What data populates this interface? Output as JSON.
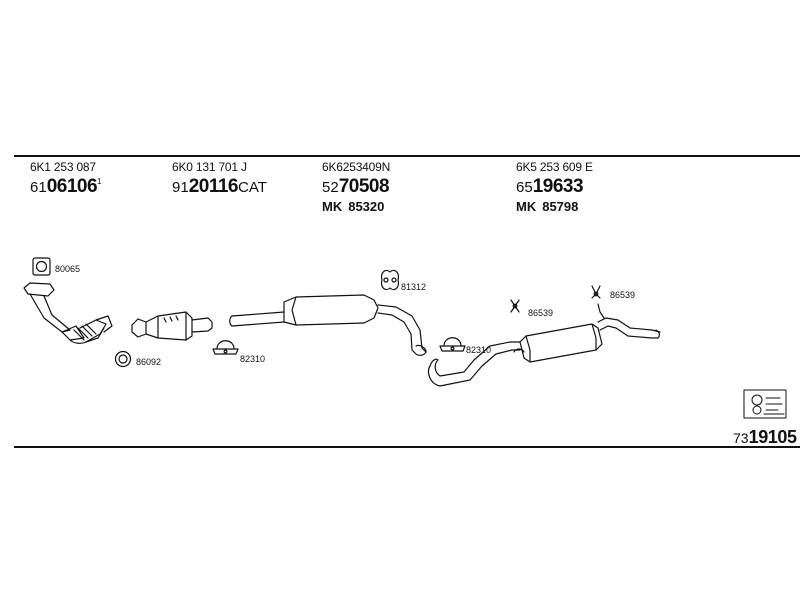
{
  "header_columns": [
    {
      "code": "6K1 253 087",
      "part_prefix": "61",
      "part_number": "06106",
      "part_suffix": "",
      "part_sup": "1",
      "mk_prefix": "",
      "mk_number": ""
    },
    {
      "code": "6K0 131 701 J",
      "part_prefix": "91",
      "part_number": "20116",
      "part_suffix": "CAT",
      "part_sup": "",
      "mk_prefix": "",
      "mk_number": ""
    },
    {
      "code": "6K6253409N",
      "part_prefix": "52",
      "part_number": "70508",
      "part_suffix": "",
      "part_sup": "",
      "mk_prefix": "MK",
      "mk_number": "85320"
    },
    {
      "code": "6K5 253 609 E",
      "part_prefix": "65",
      "part_number": "19633",
      "part_suffix": "",
      "part_sup": "",
      "mk_prefix": "MK",
      "mk_number": "85798"
    }
  ],
  "part_labels": {
    "gasket_top": "80065",
    "gasket_bottom": "86092",
    "clamp_a": "82310",
    "hanger_a": "81312",
    "clamp_b": "82310",
    "hanger_b": "86539",
    "hanger_c": "86539"
  },
  "kit": {
    "prefix": "73",
    "number": "19105",
    "icon": "parts-kit-icon"
  },
  "colors": {
    "line": "#111111",
    "background": "#ffffff"
  }
}
